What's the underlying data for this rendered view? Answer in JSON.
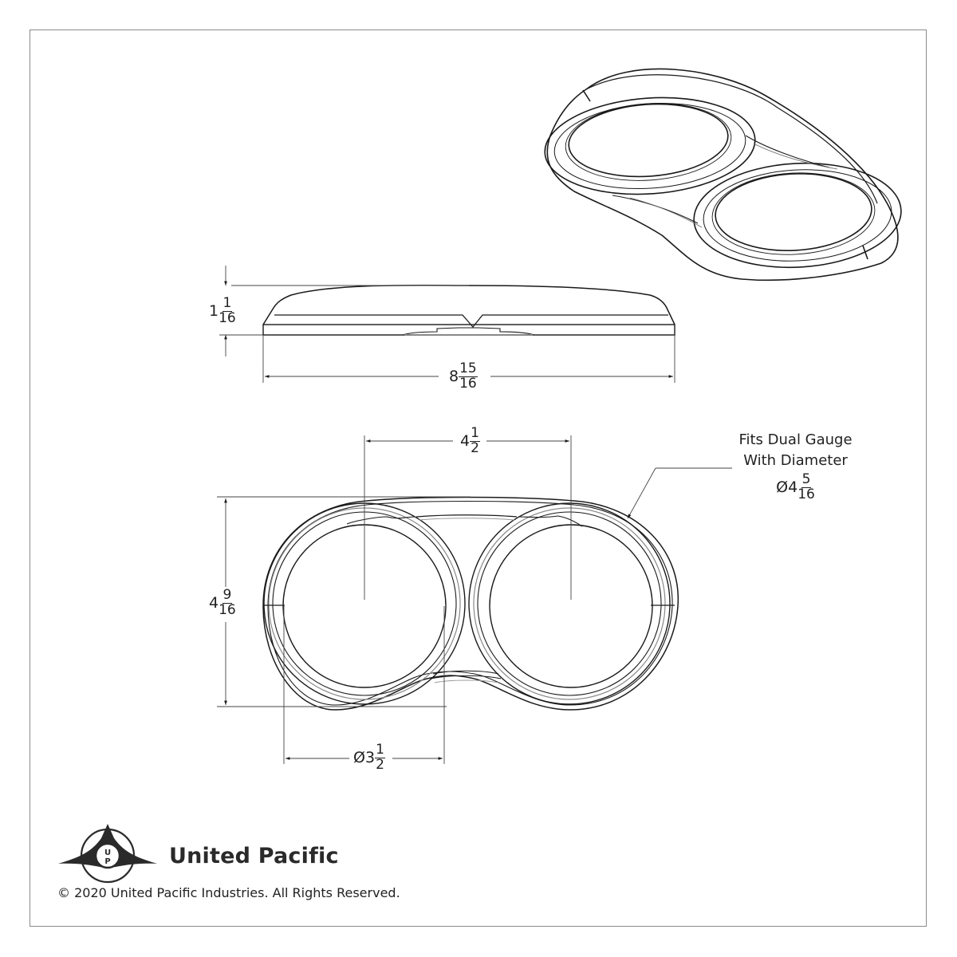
{
  "drawing": {
    "title": "Dual Gauge Bezel Technical Drawing",
    "views": [
      "isometric-view",
      "side-view",
      "top-view"
    ]
  },
  "dimensions": {
    "height": {
      "whole": "1",
      "num": "1",
      "den": "16"
    },
    "length": {
      "whole": "8",
      "num": "15",
      "den": "16"
    },
    "center_spacing": {
      "whole": "4",
      "num": "1",
      "den": "2"
    },
    "width": {
      "whole": "4",
      "num": "9",
      "den": "16"
    },
    "opening_diameter": {
      "prefix": "Ø",
      "whole": "3",
      "num": "1",
      "den": "2"
    }
  },
  "callout": {
    "line1": "Fits Dual Gauge",
    "line2": "With Diameter",
    "value": {
      "prefix": "Ø",
      "whole": "4",
      "num": "5",
      "den": "16"
    }
  },
  "footer": {
    "brand_name": "United Pacific",
    "logo_letters": "UP",
    "copyright": "© 2020 United Pacific Industries. All Rights Reserved."
  },
  "colors": {
    "line": "#1a1a1a",
    "thin_line": "#555555",
    "frame": "#8a8a8a",
    "background": "#ffffff"
  }
}
